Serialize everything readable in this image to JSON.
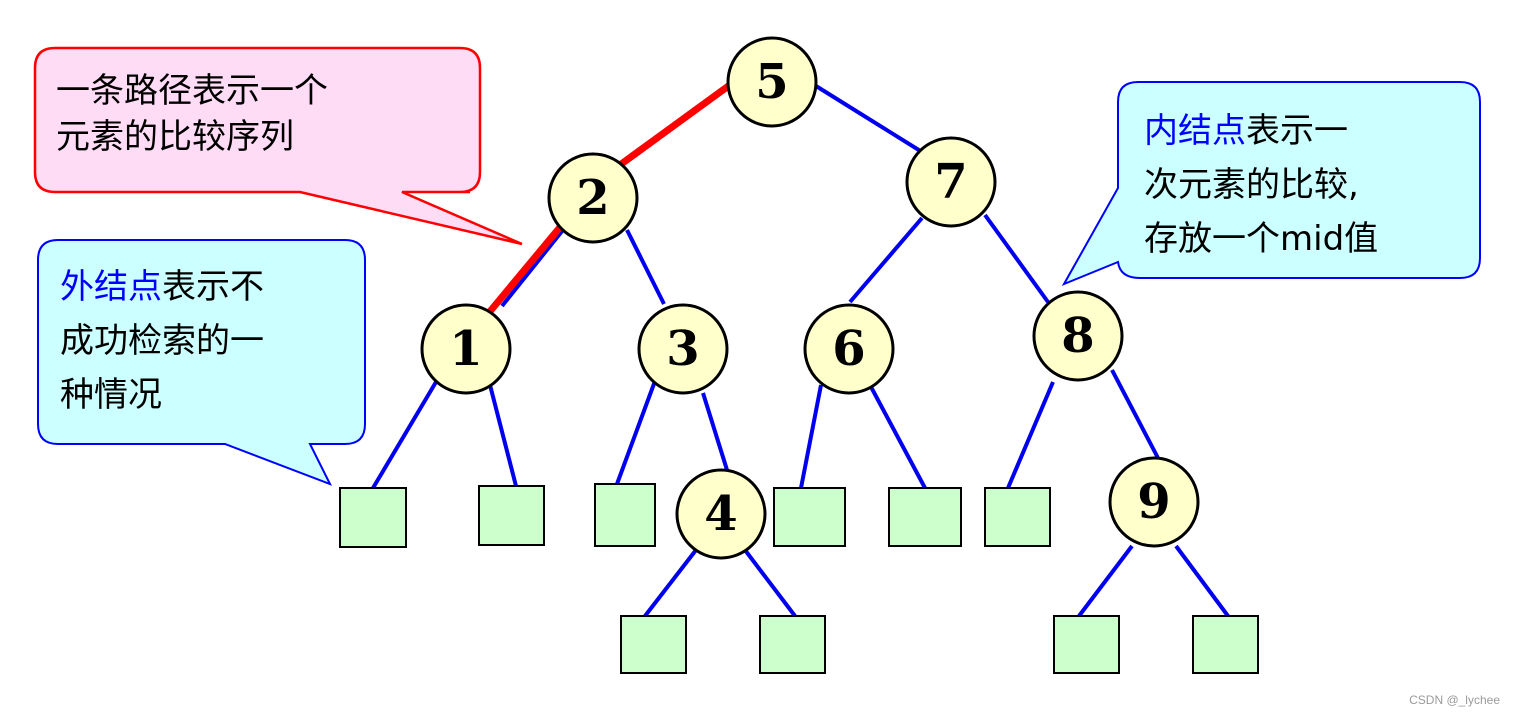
{
  "nodes": [
    {
      "id": "n5",
      "label": "5"
    },
    {
      "id": "n2",
      "label": "2"
    },
    {
      "id": "n7",
      "label": "7"
    },
    {
      "id": "n1",
      "label": "1"
    },
    {
      "id": "n3",
      "label": "3"
    },
    {
      "id": "n6",
      "label": "6"
    },
    {
      "id": "n8",
      "label": "8"
    },
    {
      "id": "n4",
      "label": "4"
    },
    {
      "id": "n9",
      "label": "9"
    }
  ],
  "callout_path": {
    "lines": [
      "一条路径表示一个",
      "元素的比较序列"
    ]
  },
  "callout_external": {
    "highlight": "外结点",
    "line1_rest": "表示不",
    "line2": "成功检索的一",
    "line3": "种情况"
  },
  "callout_internal": {
    "highlight": "内结点",
    "line1_rest": "表示一",
    "line2": "次元素的比较,",
    "line3": "存放一个mid值"
  },
  "colors": {
    "node_fill": "#ffffcc",
    "node_stroke": "#000000",
    "edge": "#0000ee",
    "highlight_path": "#ff0000",
    "leaf_fill": "#ccffcc",
    "callout_path_fill": "#ffdcf5",
    "callout_path_stroke": "#ff0000",
    "callout_blue_fill": "#ccffff",
    "callout_blue_stroke": "#0000ff",
    "highlight_text": "#0000ff"
  },
  "watermark": "CSDN @_lychee"
}
